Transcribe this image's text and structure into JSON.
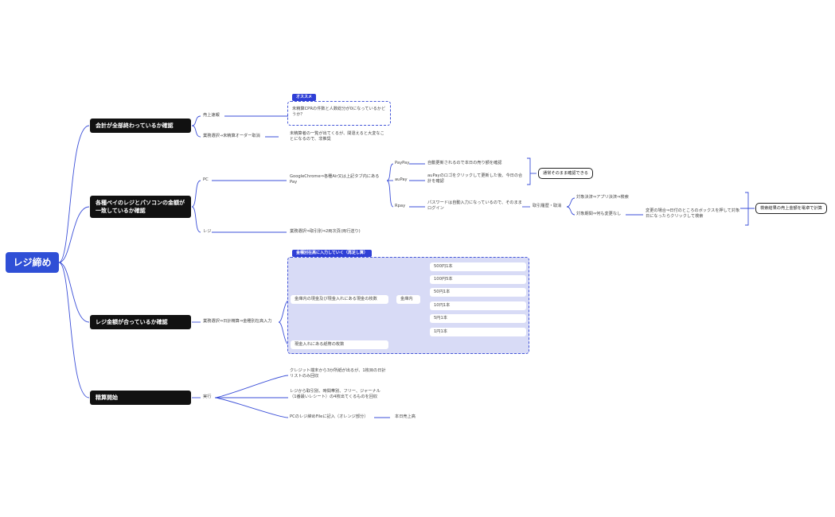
{
  "root": "レジ締め",
  "main": [
    "会計が全部終わっているか確認",
    "各種ペイのレジとパソコンの金額が一致しているか確認",
    "レジ金額が合っているか確認",
    "精算開始"
  ],
  "b1": {
    "tag": "オススメ",
    "item1": "売上速報",
    "item1_note": "未精算CPRの件数と人数総分が0になっているかどうか？",
    "item2": "業務選択→未精算オーダー取消",
    "item2_note": "未精算者の一覧が出てくるが、間違えると大変なことになるので、非推奨"
  },
  "b2": {
    "pc": "PC",
    "pc_note": "GoogleChrome⇒各種Air又は上記タブ内にあるPay",
    "paypay": "PayPay",
    "paypay_note": "自動更新されるので本日の売り額を確認",
    "aupay": "auPay",
    "aupay_note": "auPayのロゴをクリックして更新した後、今日の合計を確認",
    "confirm": "通常そのまま確認できる",
    "rpay": "Rpay",
    "rpay_note": "パスワードは自動入力になっているので、そのままログイン",
    "history": "取引履歴・取消",
    "target": "対象決済⇒アプリ決済⇒検索",
    "period": "対象期間⇒何も変更なし",
    "change_note": "変更の場合⇒日付のところのボックスを押して対象日になったらクリックして検索",
    "result": "検索結果の売上金額を電卓で計算",
    "register": "レジ",
    "register_note": "業務選択⇒取引別⇒2両次頁(両行送り)"
  },
  "b3": {
    "tag": "金種別在高に入力していく（再足し算）",
    "path": "業務選択⇒日計精算⇒金種別在高入力",
    "drawer": "金庫内の現金及び現金入れにある現金の枚数",
    "coin_in": "金庫内",
    "denoms": [
      "500円1本",
      "100円5本",
      "50円1本",
      "10円1本",
      "5円1本",
      "1円1本"
    ],
    "bills": "現金入れにある紙幣の枚数"
  },
  "b4": {
    "exec": "実行",
    "note1": "クレジット端末から3か所紙が出るが、1枚目の日計リストのみ回収",
    "note2": "レジから取引別、時間帯別、フリー、ジャーナル（1番最いレシート）の4枚出てくるものを回収",
    "note3": "PCのレジ締めFileに記入（オレンジ部分）",
    "note3_sub": "本日売上高"
  }
}
